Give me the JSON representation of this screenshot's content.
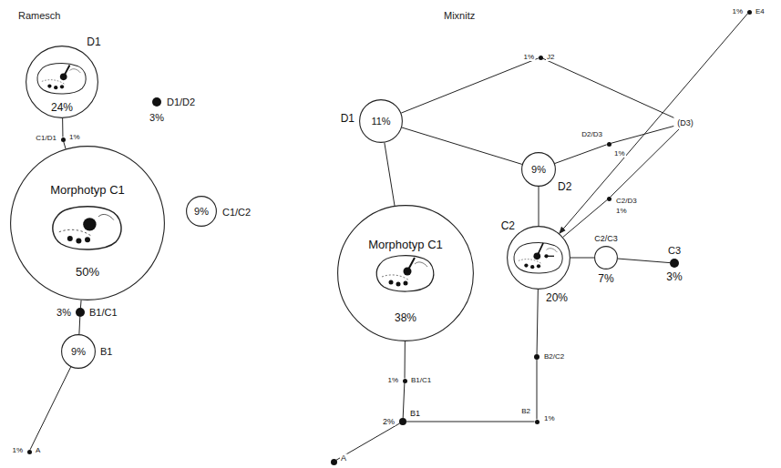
{
  "diagram": {
    "nodes": [
      {
        "text": [
          "D1",
          "24%"
        ]
      },
      {
        "text": [
          "D1/D2",
          "3%"
        ]
      },
      {
        "text": [
          "C1/D1",
          "1%"
        ]
      },
      {
        "text": [
          "Morphotyp C1",
          "50%"
        ]
      },
      {
        "text": [
          "9%",
          "C1/C2"
        ]
      },
      {
        "text": [
          "3%",
          "B1/C1"
        ]
      },
      {
        "text": [
          "9%",
          "B1"
        ]
      },
      {
        "text": [
          "1%",
          "A"
        ]
      },
      {
        "text": [
          "1%",
          "J2"
        ]
      },
      {
        "text": [
          "1%",
          "E4"
        ]
      },
      {
        "text": [
          "D1",
          "11%"
        ]
      },
      {
        "text": [
          "D2/D3",
          "1%"
        ]
      },
      {
        "text": [
          "(D3)"
        ]
      },
      {
        "text": [
          "9%",
          "D2"
        ]
      },
      {
        "text": [
          "C2/D3",
          "1%"
        ]
      },
      {
        "text": [
          "Morphotyp C1",
          "38%"
        ]
      },
      {
        "text": [
          "C2",
          "20%"
        ]
      },
      {
        "text": [
          "C2/C3",
          "7%"
        ]
      },
      {
        "text": [
          "C3",
          "3%"
        ]
      },
      {
        "text": [
          "1%",
          "B1/C1"
        ]
      },
      {
        "text": [
          "B2/C2"
        ]
      },
      {
        "text": [
          "2%",
          "B1"
        ]
      },
      {
        "text": [
          "B2",
          "1%"
        ]
      },
      {
        "text": [
          "A"
        ]
      }
    ],
    "edges": [
      {
        "from": 0,
        "to": 2,
        "arrow": "none"
      },
      {
        "from": 2,
        "to": 3,
        "arrow": "none"
      },
      {
        "from": 3,
        "to": 5,
        "arrow": "none"
      },
      {
        "from": 5,
        "to": 6,
        "arrow": "none"
      },
      {
        "from": 6,
        "to": 7,
        "arrow": "none"
      },
      {
        "from": 10,
        "to": 8,
        "arrow": "none"
      },
      {
        "from": 8,
        "to": 12,
        "arrow": "none"
      },
      {
        "from": 10,
        "to": 13,
        "arrow": "none"
      },
      {
        "from": 13,
        "to": 11,
        "arrow": "none"
      },
      {
        "from": 11,
        "to": 12,
        "arrow": "none"
      },
      {
        "from": 9,
        "to": 16,
        "arrow": "to"
      },
      {
        "from": 10,
        "to": 15,
        "arrow": "none"
      },
      {
        "from": 13,
        "to": 16,
        "arrow": "none"
      },
      {
        "from": 16,
        "to": 14,
        "arrow": "none"
      },
      {
        "from": 14,
        "to": 12,
        "arrow": "none"
      },
      {
        "from": 16,
        "to": 17,
        "arrow": "none"
      },
      {
        "from": 17,
        "to": 18,
        "arrow": "none"
      },
      {
        "from": 16,
        "to": 20,
        "arrow": "none"
      },
      {
        "from": 20,
        "to": 22,
        "arrow": "none"
      },
      {
        "from": 22,
        "to": 21,
        "arrow": "none"
      },
      {
        "from": 15,
        "to": 19,
        "arrow": "none"
      },
      {
        "from": 19,
        "to": 21,
        "arrow": "none"
      },
      {
        "from": 21,
        "to": 23,
        "arrow": "none"
      }
    ],
    "labels": [
      "Ramesch",
      "Mixnitz"
    ]
  }
}
